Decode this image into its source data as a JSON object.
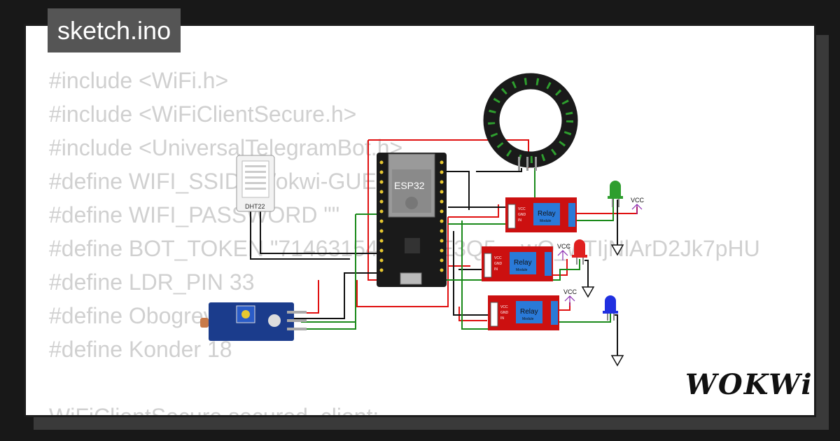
{
  "title": "sketch.ino",
  "code_lines": [
    "#include <WiFi.h>",
    "#include <WiFiClientSecure.h>",
    "#include <UniversalTelegramBot.h>",
    "#define WIFI_SSID \"Wokwi-GUEST\"",
    "#define WIFI_PASSWORD \"\"",
    "#define BOT_TOKEN \"7146315491:AAE3Q5... wQ_wTIjNlArD2Jk7pHU",
    "#define LDR_PIN 33",
    "#define Obogrev 5",
    "#define Konder 18",
    "",
    "WiFiClientSecure secured_client;"
  ],
  "components": {
    "mcu": "ESP32",
    "sensor": "DHT22",
    "relay_label": "Relay",
    "relay_sub": "Module",
    "vcc": "VCC",
    "relay_pins": [
      "VCC",
      "GND",
      "IN"
    ]
  },
  "led_colors": [
    "#2e9e2e",
    "#e02020",
    "#2030e0"
  ],
  "logo": "WOKWi"
}
